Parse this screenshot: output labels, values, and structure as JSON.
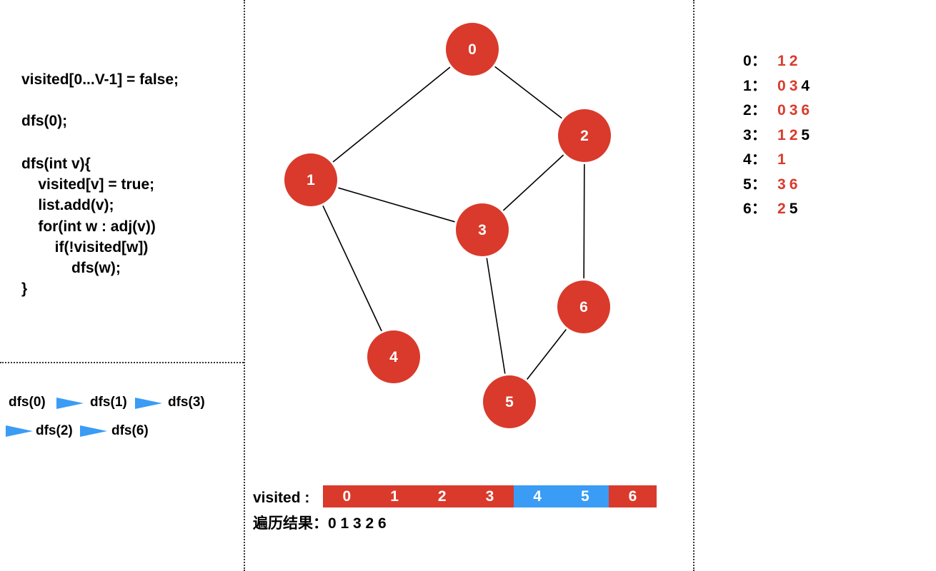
{
  "code_lines": [
    "visited[0...V-1] = false;",
    "dfs(0);",
    "dfs(int v){",
    "    visited[v] = true;",
    "    list.add(v);",
    "    for(int w : adj(v))",
    "        if(!visited[w])",
    "            dfs(w);",
    "}"
  ],
  "trace": {
    "row1": [
      "dfs(0)",
      "dfs(1)",
      "dfs(3)"
    ],
    "row2": [
      "dfs(2)",
      "dfs(6)"
    ]
  },
  "graph": {
    "nodes": [
      "0",
      "1",
      "2",
      "3",
      "4",
      "5",
      "6"
    ],
    "edges": [
      [
        "0",
        "1"
      ],
      [
        "0",
        "2"
      ],
      [
        "1",
        "3"
      ],
      [
        "1",
        "4"
      ],
      [
        "2",
        "3"
      ],
      [
        "2",
        "6"
      ],
      [
        "3",
        "5"
      ],
      [
        "5",
        "6"
      ]
    ]
  },
  "adjacency": [
    {
      "key": "0",
      "sep": "：",
      "neighbors": [
        {
          "v": "1",
          "visited": true
        },
        {
          "v": "2",
          "visited": true
        }
      ]
    },
    {
      "key": "1",
      "sep": "：",
      "neighbors": [
        {
          "v": "0",
          "visited": true
        },
        {
          "v": "3",
          "visited": true
        },
        {
          "v": "4",
          "visited": false
        }
      ]
    },
    {
      "key": "2",
      "sep": "：",
      "neighbors": [
        {
          "v": "0",
          "visited": true
        },
        {
          "v": "3",
          "visited": true
        },
        {
          "v": "6",
          "visited": true
        }
      ]
    },
    {
      "key": "3",
      "sep": "：",
      "neighbors": [
        {
          "v": "1",
          "visited": true
        },
        {
          "v": "2",
          "visited": true
        },
        {
          "v": "5",
          "visited": false
        }
      ]
    },
    {
      "key": "4",
      "sep": "：",
      "neighbors": [
        {
          "v": "1",
          "visited": true
        }
      ]
    },
    {
      "key": "5",
      "sep": "：",
      "neighbors": [
        {
          "v": "3",
          "visited": true
        },
        {
          "v": "6",
          "visited": true
        }
      ]
    },
    {
      "key": "6",
      "sep": "：",
      "neighbors": [
        {
          "v": "2",
          "visited": true
        },
        {
          "v": "5",
          "visited": false
        }
      ]
    }
  ],
  "visited_array": {
    "label": "visited :",
    "cells": [
      {
        "index": "0",
        "visited": true
      },
      {
        "index": "1",
        "visited": true
      },
      {
        "index": "2",
        "visited": true
      },
      {
        "index": "3",
        "visited": true
      },
      {
        "index": "4",
        "visited": false
      },
      {
        "index": "5",
        "visited": false
      },
      {
        "index": "6",
        "visited": true
      }
    ]
  },
  "result": {
    "label": "遍历结果：",
    "value": "0 1 3 2 6"
  },
  "colors": {
    "visited": "#d93a2b",
    "unvisited": "#3a9cf4",
    "node": "#d93a2b",
    "edge": "#000000"
  }
}
